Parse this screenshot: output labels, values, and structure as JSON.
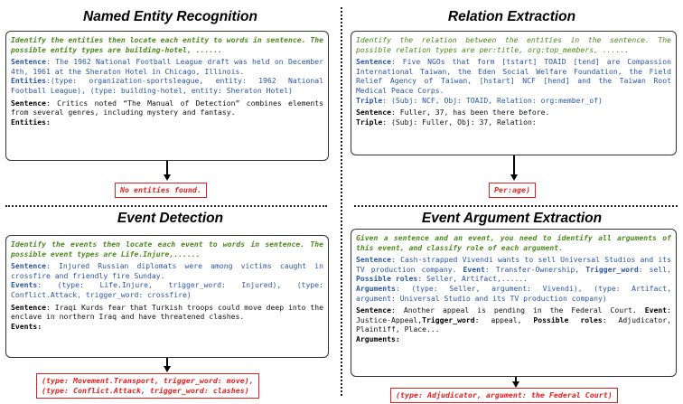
{
  "ner": {
    "title": "Named Entity Recognition",
    "instruction": "Identify the entities then locate each entity to words in sentence. The possible entity types are building-hotel, ......",
    "example_sentence_label": "Sentence",
    "example_sentence": ": The 1962 National Football League draft was held on December 4th, 1961 at the Sheraton Hotel in Chicago, Illinois.",
    "example_output_label": "Entities",
    "example_output": ":(type: organization-sportsleague, entity: 1962 National Football League), (type: building-hotel, entity: Sheraton Hotel)",
    "query_sentence_label": "Sentence",
    "query_sentence": ": Critics noted “The Manual of Detection” combines elements from several genres, including mystery and fantasy.",
    "query_output_label": "Entities",
    "query_output": ":",
    "result": "No entities found."
  },
  "re": {
    "title": "Relation Extraction",
    "instruction": "Identify the relation between the entities in the sentence. The possible relation types are per:title, org:top_members, ......",
    "example_sentence_label": "Sentence",
    "example_sentence": ": Five NGOs that form [tstart] TOAID [tend] are Compassion International Taiwan, the Eden Social Welfare Foundation, the Field Relief Agency of Taiwan, [hstart] NCF [hend] and the Taiwan Root Medical Peace Corps.",
    "example_output_label": "Triple",
    "example_output": ": (Subj: NCF, Obj: TOAID, Relation: org:member_of)",
    "query_sentence_label": "Sentence",
    "query_sentence": ": Fuller, 37, has been there before.",
    "query_output_label": "Triple",
    "query_output": ": (Subj: Fuller, Obj: 37, Relation:",
    "result": "Per:age)"
  },
  "ed": {
    "title": "Event Detection",
    "instruction": "Identify the events then locate each event to words in sentence. The possible event types are Life.Injure,......",
    "example_sentence_label": "Sentence",
    "example_sentence": ": Injured Russian diplomats were among victims caught in crossfire and friendly fire Sunday.",
    "example_output_label": "Events",
    "example_output": ": (type: Life.Injure, trigger_word: Injured), (type: Conflict.Attack, trigger_word: crossfire)",
    "query_sentence_label": "Sentence",
    "query_sentence": ": Iraqi Kurds fear that Turkish troops could move deep into the enclave in northern Iraq and have threatened clashes.",
    "query_output_label": "Events",
    "query_output": ":",
    "result_line1": "(type: Movement.Transport, trigger_word: move),",
    "result_line2": "(type: Conflict.Attack, trigger_word: clashes)"
  },
  "eae": {
    "title": "Event Argument Extraction",
    "instruction": "Given a sentence and an event, you need to identify all arguments of this event, and classify role of each argument.",
    "ex_sentence_label": "Sentence",
    "ex_sentence": ": Cash-strapped Vivendi wants to sell Universal Studios and its TV production company. ",
    "ex_event_label": "Event",
    "ex_event": ": Transfer-Ownership, ",
    "ex_trigger_label": "Trigger_word",
    "ex_trigger": ": sell, ",
    "ex_roles_label": "Possible roles",
    "ex_roles": ": Seller, Artifact,......",
    "ex_args_label": "Arguments",
    "ex_args": ": (type: Seller, argument: Vivendi), (type: Artifact, argument: Universal Studio and its TV production company)",
    "q_sentence_label": "Sentence",
    "q_sentence": ": Another appeal is pending in the Federal Court. ",
    "q_event_label": "Event",
    "q_event": ": Justice-Appeal,",
    "q_trigger_label": "Trigger_word",
    "q_trigger": ": appeal, ",
    "q_roles_label": "Possible roles",
    "q_roles": ": Adjudicator, Plaintiff, Place...",
    "q_args_label": "Arguments",
    "q_args": ":",
    "result": "(type: Adjudicator, argument: the Federal Court)"
  }
}
